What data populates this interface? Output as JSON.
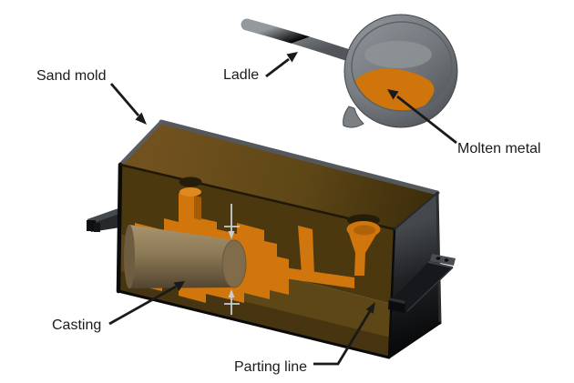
{
  "diagram": {
    "labels": {
      "sand_mold": "Sand mold",
      "ladle": "Ladle",
      "molten_metal": "Molten metal",
      "casting": "Casting",
      "parting_line": "Parting line"
    },
    "colors": {
      "background": "#ffffff",
      "cavity_orange": "#d1760c",
      "molten_orange": "#cf750b",
      "mold_top_brown": "#6e4e1b",
      "mold_cope_brown": "#4c380f",
      "mold_drag_brown": "#5d4716",
      "mold_side_dark": "#141517",
      "ladle_gray": "#7d8287",
      "casting_tan": "#8c7956",
      "arrow_black": "#1a1a1a",
      "label_text": "#1b1b1b"
    }
  }
}
